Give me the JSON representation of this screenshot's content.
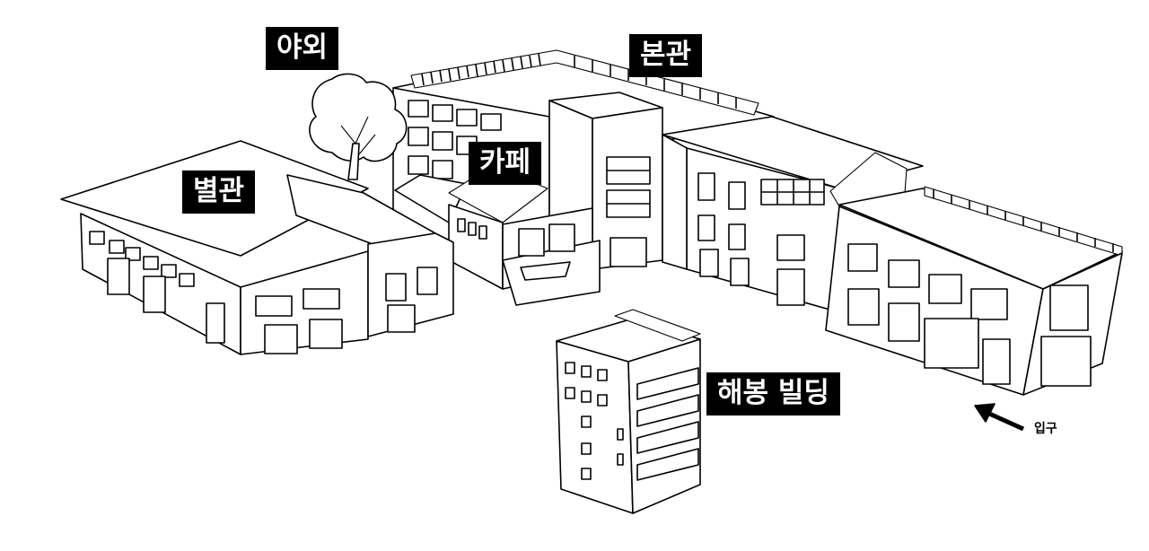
{
  "labels": {
    "outdoor": "야외",
    "main_building": "본관",
    "cafe": "카페",
    "annex": "별관",
    "haebong_building": "해봉 빌딩",
    "entrance": "입구"
  }
}
